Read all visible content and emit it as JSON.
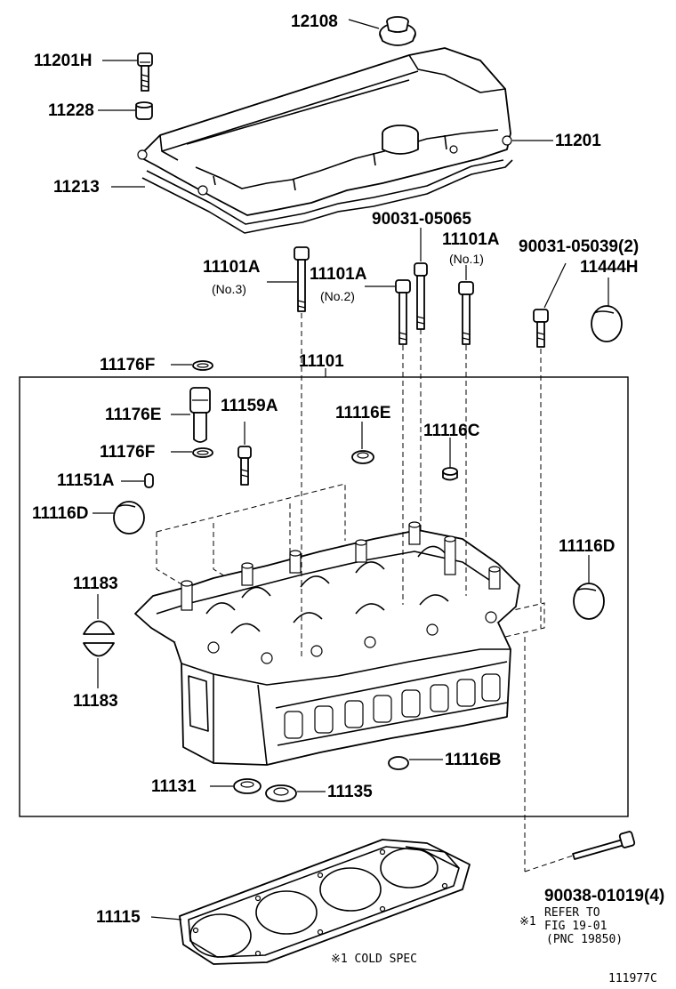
{
  "labels": {
    "cap": "12108",
    "bolt_top": "11201H",
    "grommet": "11228",
    "cover": "11201",
    "cover_gasket": "11213",
    "pcv_bolt_a": "90031-05065",
    "bolt_no1": "11101A",
    "no1": "(No.1)",
    "bolt_no3": "11101A",
    "no3": "(No.3)",
    "bolt_no2": "11101A",
    "no2": "(No.2)",
    "bolt_b": "90031-05039(2)",
    "plug_h": "11444H",
    "ring_f_top": "11176F",
    "head": "11101",
    "sleeve": "11176E",
    "stud": "11159A",
    "plug_e": "11116E",
    "plug_c": "11116C",
    "ring_f_bottom": "11176F",
    "pin": "11151A",
    "plug_d_left": "11116D",
    "plug_d_right": "11116D",
    "half_top": "11183",
    "half_bottom": "11183",
    "plug_b": "11116B",
    "seal_131": "11131",
    "seal_135": "11135",
    "head_gasket": "11115",
    "head_bolt": "90038-01019(4)",
    "refer_mark": "※1",
    "refer_1": "REFER TO",
    "refer_2": "FIG 19-01",
    "refer_3": "(PNC 19850)",
    "cold_spec": "※1 COLD SPEC",
    "fig_id": "111977C"
  }
}
